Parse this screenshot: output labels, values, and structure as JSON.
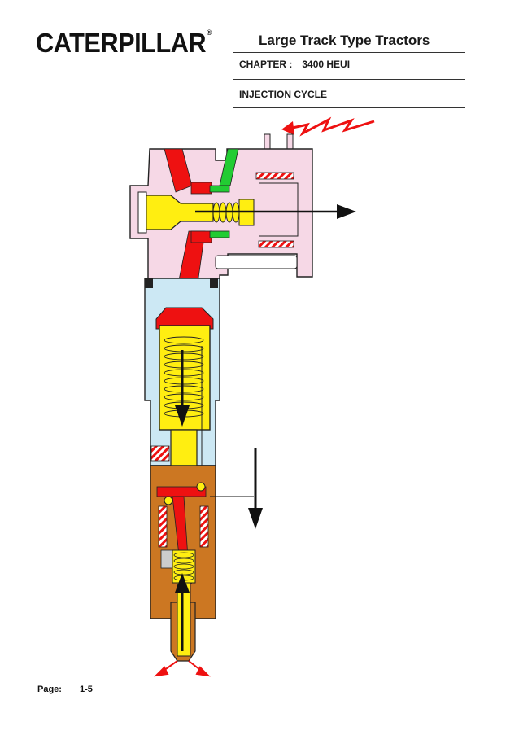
{
  "header": {
    "brand": "CATERPILLAR",
    "brand_mark": "®",
    "title": "Large Track Type Tractors",
    "chapter_label": "CHAPTER :",
    "chapter_value": "3400 HEUI",
    "section": "INJECTION CYCLE"
  },
  "footer": {
    "page_label": "Page:",
    "page_number": "1-5"
  },
  "colors": {
    "high_pressure_oil": "#ee1111",
    "return_oil_green": "#22cc33",
    "fuel_yellow": "#ffee11",
    "upper_body_pink": "#f6d8e6",
    "middle_body_blue": "#cce8f4",
    "lower_body_brown": "#cc7722",
    "arrow": "#111111"
  },
  "icons": [
    "electrical-signal-icon",
    "flow-arrow-icon"
  ]
}
